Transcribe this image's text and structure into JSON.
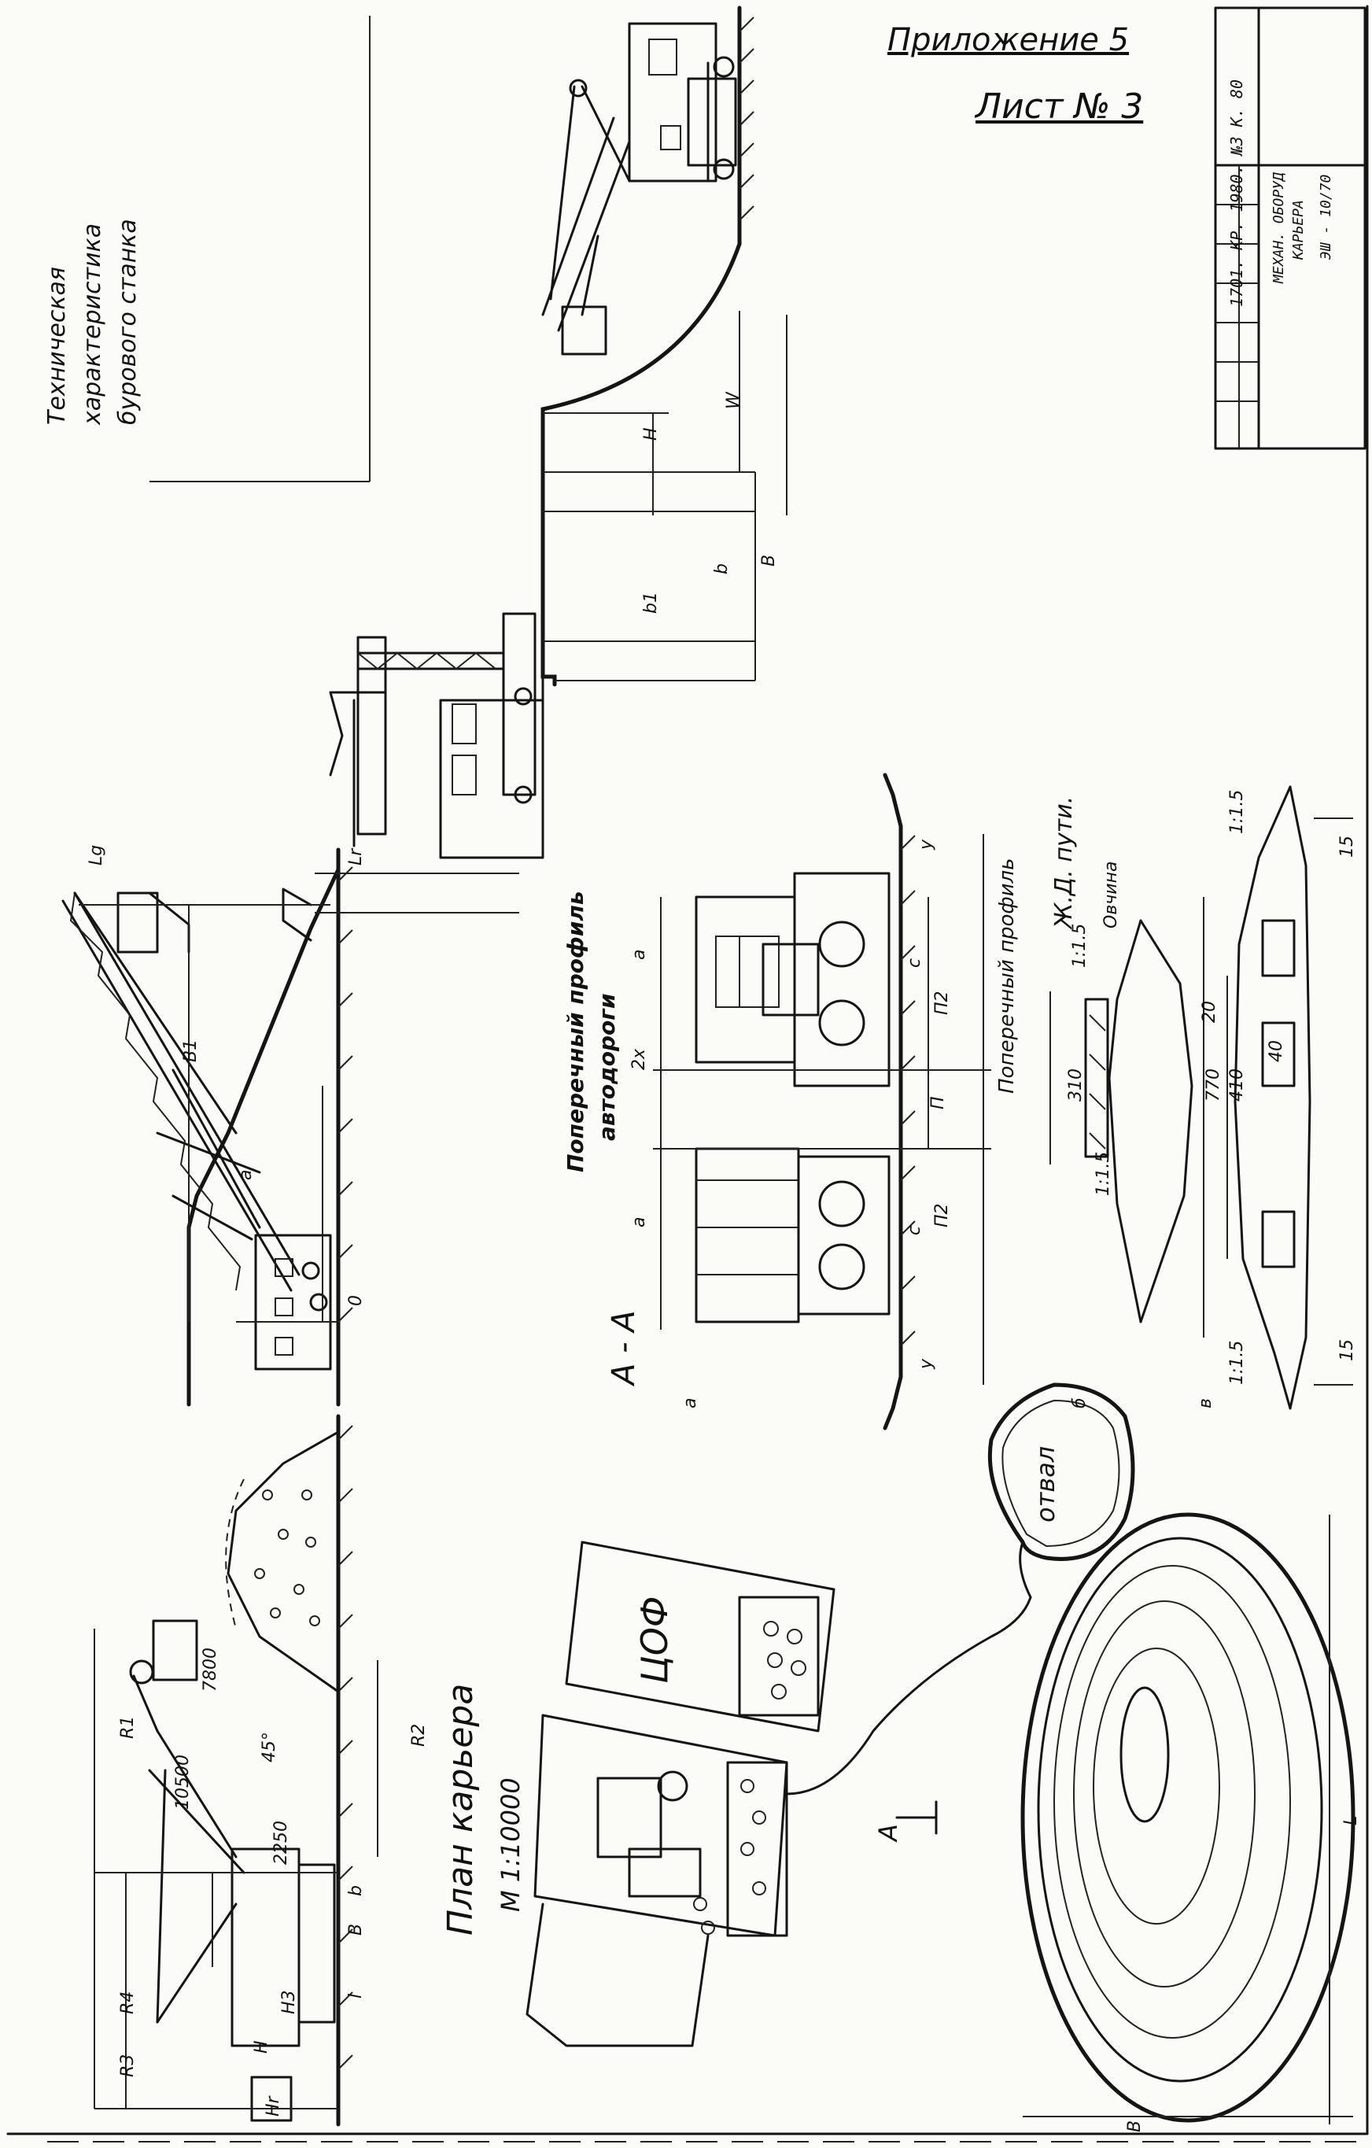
{
  "header": {
    "appendix": "Приложение 5",
    "sheet": "Лист № 3"
  },
  "stamp": {
    "line1": "1701. КР. 1980. №3 К. 80",
    "line2": "МЕХАН. ОБОРУД",
    "line3": "КАРЬЕРА",
    "line4": "ЭШ - 10/70"
  },
  "sections": {
    "drill_title_1": "Техническая",
    "drill_title_2": "характеристика",
    "drill_title_3": "бурового станка",
    "road_title_1": "Поперечный профиль",
    "road_title_2": "автодороги",
    "section_aa": "А - А",
    "rail_title_1": "Поперечный профиль",
    "rail_title_2": "Ж.Д. пути.",
    "plan_title": "План карьера",
    "plan_scale": "М 1:10000",
    "cof": "ЦОФ",
    "dump": "отвал",
    "section_mark": "А"
  },
  "dims": {
    "excavator": [
      "R1",
      "R2",
      "R3",
      "R4",
      "7800",
      "10500",
      "45°",
      "2250",
      "H",
      "H3",
      "Hr",
      "B",
      "l",
      "b"
    ],
    "dragline": [
      "Lg",
      "Lr",
      "B1",
      "a",
      "0"
    ],
    "shovel": [
      "H",
      "W",
      "B",
      "b",
      "b1"
    ],
    "road": [
      "a",
      "2x",
      "a",
      "c",
      "П2",
      "П",
      "c",
      "П2",
      "y",
      "y",
      "а"
    ],
    "rail": [
      "1:1.5",
      "1:1.5",
      "310",
      "Овчина",
      "770",
      "410",
      "40",
      "20",
      "1:1.5",
      "1:1.5",
      "15",
      "15",
      "б",
      "в"
    ],
    "plan": [
      "L",
      "B"
    ]
  }
}
